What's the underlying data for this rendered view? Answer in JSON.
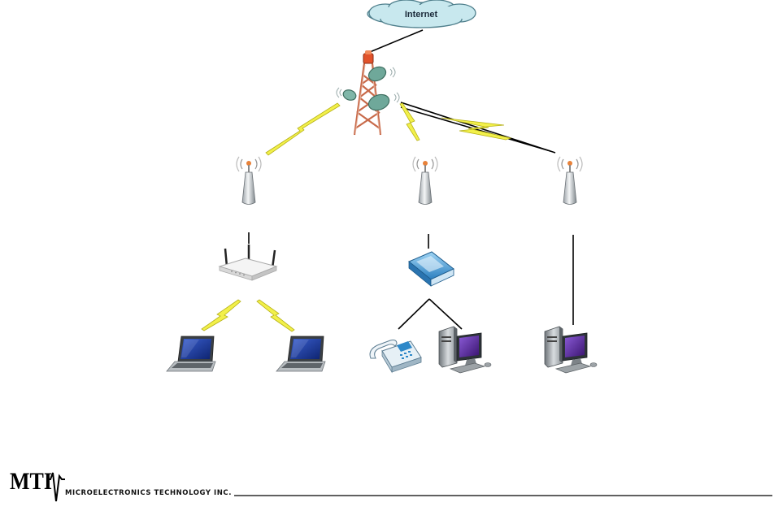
{
  "cloud": {
    "label": "Internet"
  },
  "footer": {
    "logo_text": "MTI",
    "company": "MICROELECTRONICS TECHNOLOGY INC."
  },
  "colors": {
    "wireless_bolt": "#f2f04a",
    "link_line": "#000000",
    "cloud_fill": "#c8e8ee",
    "router_blue": "#2e88c8",
    "screen_purple": "#5a2aa0",
    "laptop_screen": "#1c3fa0"
  },
  "icons": {
    "cloud": "cloud-icon",
    "tower": "cell-tower-icon",
    "cpe": "antenna-icon",
    "wifi_router": "wifi-router-icon",
    "gateway": "gateway-icon",
    "laptop": "laptop-icon",
    "desktop": "desktop-pc-icon",
    "phone": "ip-phone-icon"
  }
}
